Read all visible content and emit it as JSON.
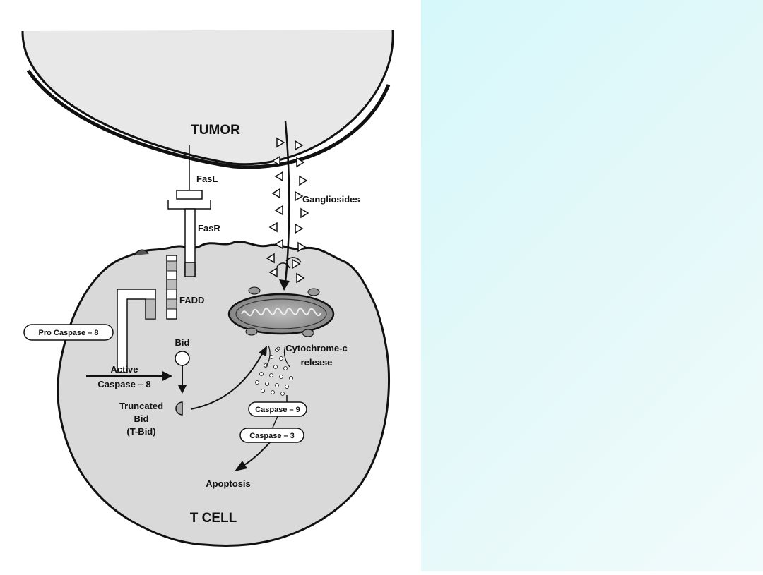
{
  "diagram": {
    "labels": {
      "tumor": "TUMOR",
      "t_cell": "T CELL",
      "fasl": "FasL",
      "fasr": "FasR",
      "fadd": "FADD",
      "gangliosides": "Gangliosides",
      "pro_caspase_8": "Pro Caspase – 8",
      "active_line1": "Active",
      "active_line2": "Caspase – 8",
      "bid": "Bid",
      "truncated_line1": "Truncated",
      "truncated_line2": "Bid",
      "truncated_line3": "(T-Bid)",
      "cytochrome_line1": "Cytochrome-c",
      "cytochrome_line2": "release",
      "caspase_9": "Caspase – 9",
      "caspase_3": "Caspase – 3",
      "apoptosis": "Apoptosis"
    },
    "colors": {
      "cell_fill": "#d9d9d9",
      "tumor_fill": "#e6e6e6",
      "outline": "#111111",
      "background_right": "#d6f8fa"
    }
  }
}
